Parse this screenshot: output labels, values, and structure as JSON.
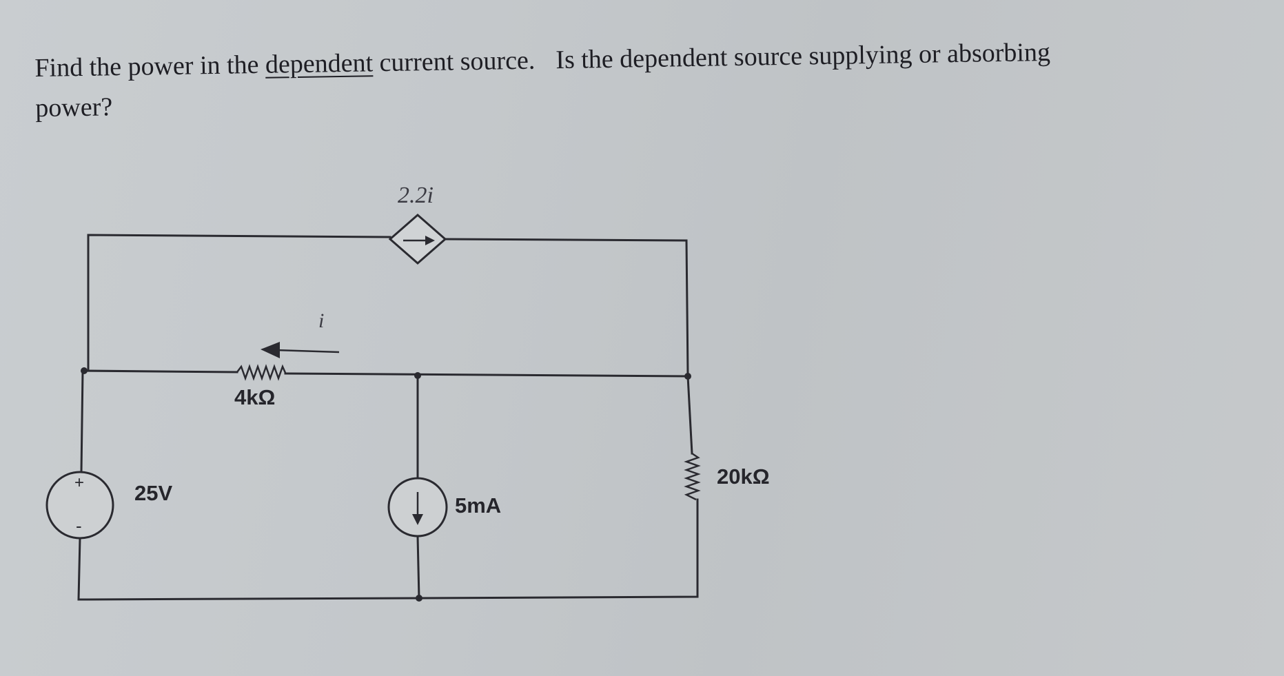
{
  "question": {
    "part1": "Find the power in the ",
    "underlined": "dependent",
    "part2": " current source.",
    "part3": "Is the dependent source supplying or absorbing",
    "part4": "power?"
  },
  "circuit": {
    "dependent_source_label": "2.2i",
    "current_label": "i",
    "resistor_4k_label": "4kΩ",
    "voltage_source_label": "25V",
    "current_source_label": "5mA",
    "resistor_20k_label": "20kΩ",
    "plus_sign": "+",
    "minus_sign": "-"
  }
}
